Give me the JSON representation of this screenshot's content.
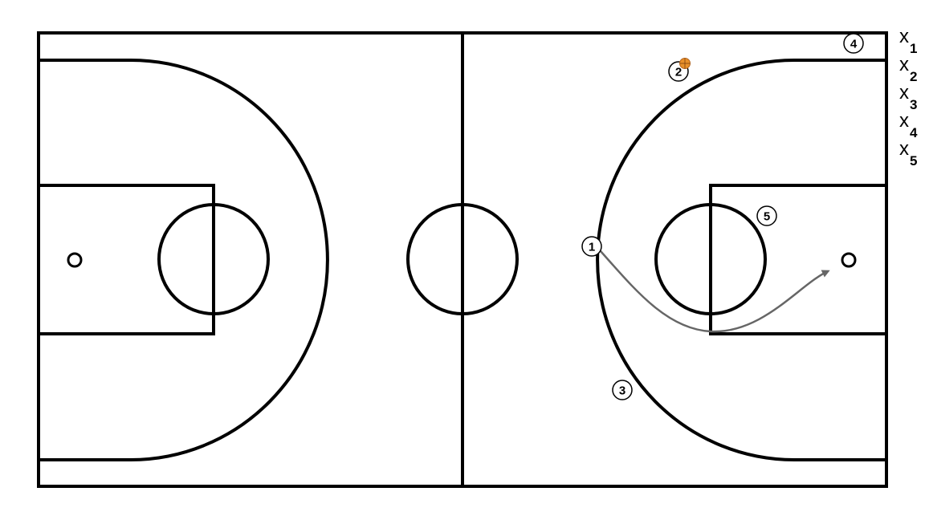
{
  "colors": {
    "court_lines": "#000000",
    "background": "#ffffff",
    "movement_arrow": "#666666",
    "ball": "#e8902a"
  },
  "offense": [
    {
      "id": "o1",
      "label": "1"
    },
    {
      "id": "o2",
      "label": "2",
      "has_ball": true
    },
    {
      "id": "o3",
      "label": "3"
    },
    {
      "id": "o4",
      "label": "4"
    },
    {
      "id": "o5",
      "label": "5"
    }
  ],
  "defense": [
    {
      "symbol": "x",
      "number": "1"
    },
    {
      "symbol": "x",
      "number": "2"
    },
    {
      "symbol": "x",
      "number": "3"
    },
    {
      "symbol": "x",
      "number": "4"
    },
    {
      "symbol": "x",
      "number": "5"
    }
  ],
  "movements": [
    {
      "player": "1",
      "type": "cut",
      "icon": "arrow-icon"
    }
  ],
  "ball": {
    "icon": "basketball-icon",
    "holder": "2"
  }
}
